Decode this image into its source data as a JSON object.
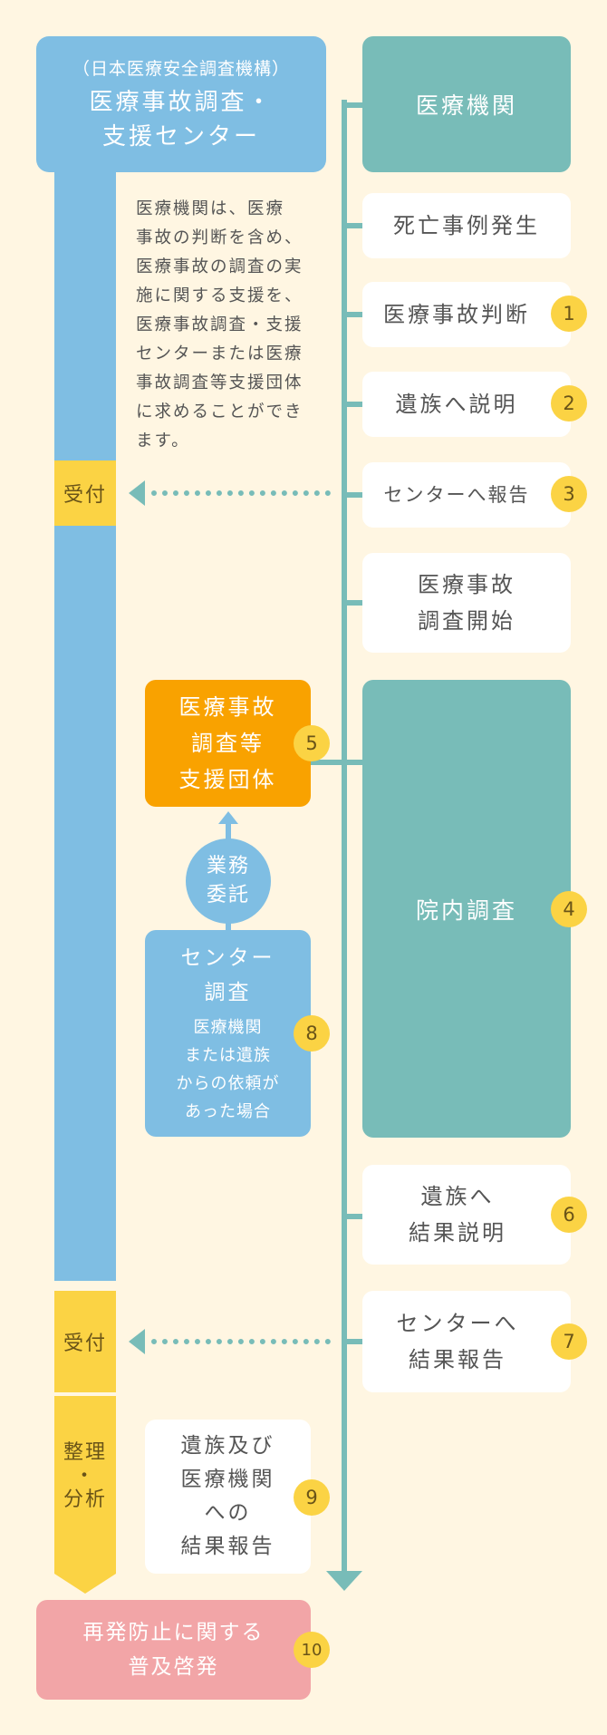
{
  "center": {
    "org_name": "（日本医療安全調査機構）",
    "title": "医療事故調査・\n支援センター",
    "description": "医療機関は、医療\n事故の判断を含め、\n医療事故の調査の実\n施に関する支援を、\n医療事故調査・支援\nセンターまたは医療\n事故調査等支援団体\nに求めることができ\nます。"
  },
  "medical_institution": "医療機関",
  "steps": {
    "death": "死亡事例発生",
    "judgement": {
      "label": "医療事故判断",
      "num": "1"
    },
    "explain_family": {
      "label": "遺族へ説明",
      "num": "2"
    },
    "report_center": {
      "label": "センターへ報告",
      "num": "3"
    },
    "start_investigation": "医療事故\n調査開始",
    "internal_investigation": {
      "label": "院内調査",
      "num": "4"
    },
    "support_org": {
      "label": "医療事故\n調査等\n支援団体",
      "num": "5"
    },
    "explain_results_family": {
      "label": "遺族へ\n結果説明",
      "num": "6"
    },
    "report_results_center": {
      "label": "センターへ\n結果報告",
      "num": "7"
    },
    "center_investigation": {
      "title": "センター\n調査",
      "note": "医療機関\nまたは遺族\nからの依頼が\nあった場合",
      "num": "8"
    },
    "report_to_both": {
      "label": "遺族及び\n医療機関\nへの\n結果報告",
      "num": "9"
    },
    "prevention": {
      "label": "再発防止に関する\n普及啓発",
      "num": "10"
    }
  },
  "consignment": "業務\n委託",
  "reception_1": "受付",
  "reception_2": "受付",
  "organize": "整理\n・\n分析",
  "colors": {
    "background": "#fff6e2",
    "teal": "#78bcb8",
    "blue": "#7fbee3",
    "yellow": "#fbd344",
    "orange": "#f9a200",
    "pink": "#f2a5a7"
  }
}
